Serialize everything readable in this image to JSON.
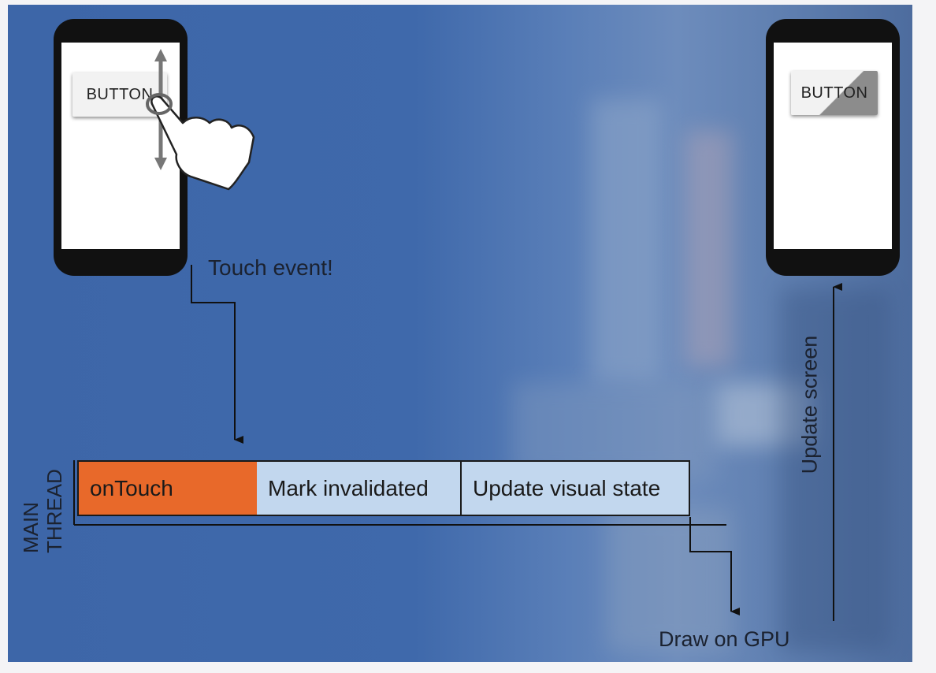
{
  "diagram": {
    "left_phone": {
      "button_label": "BUTTON"
    },
    "right_phone": {
      "button_label": "BUTTON"
    },
    "touch_event_label": "Touch event!",
    "thread_label": {
      "line1": "MAIN",
      "line2": "THREAD"
    },
    "steps": [
      {
        "label": "onTouch",
        "color": "#e8692a"
      },
      {
        "label": "Mark invalidated",
        "color": "#c2d7ee"
      },
      {
        "label": "Update visual state",
        "color": "#c2d7ee"
      }
    ],
    "gpu_label": "Draw on GPU",
    "update_screen_label": "Update screen"
  }
}
